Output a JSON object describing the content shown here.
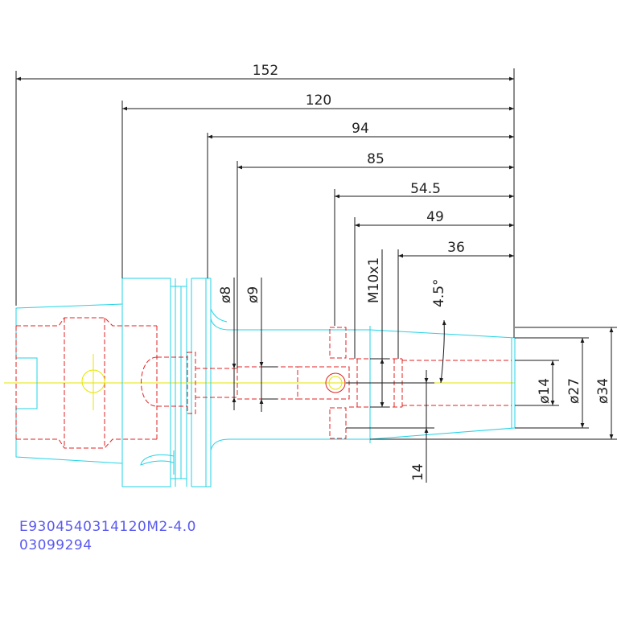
{
  "colors": {
    "outline": "#22d3e6",
    "hidden": "#e02020",
    "dimension": "#1a1a1a",
    "centerline": "#e6e600",
    "code_text": "#5a5af0"
  },
  "dimensions": {
    "len_152": "152",
    "len_120": "120",
    "len_94": "94",
    "len_85": "85",
    "len_54_5": "54.5",
    "len_49": "49",
    "len_36": "36",
    "dia_8": "ø8",
    "dia_9": "ø9",
    "thread": "M10x1",
    "taper_angle": "4.5°",
    "dia_14": "ø14",
    "dia_27": "ø27",
    "dia_34": "ø34",
    "len_14": "14"
  },
  "part_codes": {
    "line1": "E9304540314120M2-4.0",
    "line2": "03099294"
  }
}
